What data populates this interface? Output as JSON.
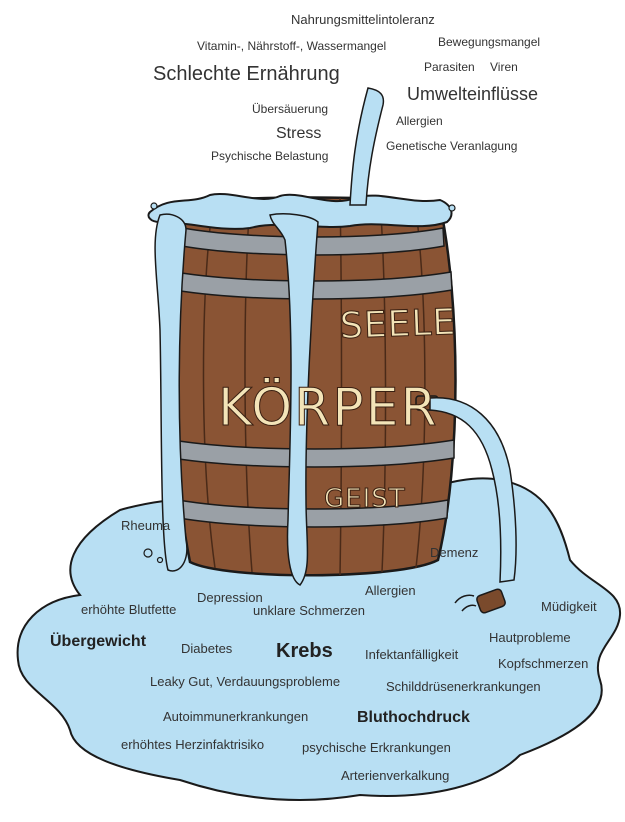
{
  "colors": {
    "water": "#b8dff3",
    "water_outline": "#1a1a1a",
    "wood": "#8a5434",
    "wood_dark": "#6b3d24",
    "hoop": "#9aa0a6",
    "barrel_text": "#f3e4b8",
    "text": "#333333"
  },
  "causes": {
    "nahrungsmittelintoleranz": "Nahrungsmittelintoleranz",
    "vitamin_mangel": "Vitamin-, Nährstoff-, Wassermangel",
    "bewegungsmangel": "Bewegungsmangel",
    "schlechte_ernaehrung": "Schlechte Ernährung",
    "parasiten": "Parasiten",
    "viren": "Viren",
    "umwelteinfluesse": "Umwelteinflüsse",
    "uebersaeuerung": "Übersäuerung",
    "allergien": "Allergien",
    "stress": "Stress",
    "genetische_veranlagung": "Genetische Veranlagung",
    "psychische_belastung": "Psychische Belastung"
  },
  "barrel": {
    "seele": "SEELE",
    "koerper": "KÖRPER",
    "geist": "GEIST"
  },
  "symptoms": {
    "rheuma": "Rheuma",
    "demenz": "Demenz",
    "allergien": "Allergien",
    "depression": "Depression",
    "erhoehte_blutfette": "erhöhte Blutfette",
    "unklare_schmerzen": "unklare Schmerzen",
    "muedigkeit": "Müdigkeit",
    "uebergewicht": "Übergewicht",
    "diabetes": "Diabetes",
    "krebs": "Krebs",
    "hautprobleme": "Hautprobleme",
    "infektanfaelligkeit": "Infektanfälligkeit",
    "kopfschmerzen": "Kopfschmerzen",
    "leaky_gut": "Leaky Gut, Verdauungsprobleme",
    "schilddruese": "Schilddrüsenerkrankungen",
    "autoimmun": "Autoimmunerkrankungen",
    "bluthochdruck": "Bluthochdruck",
    "herzinfarkt": "erhöhtes Herzinfaktrisiko",
    "psychische": "psychische Erkrankungen",
    "arterien": "Arterienverkalkung"
  }
}
